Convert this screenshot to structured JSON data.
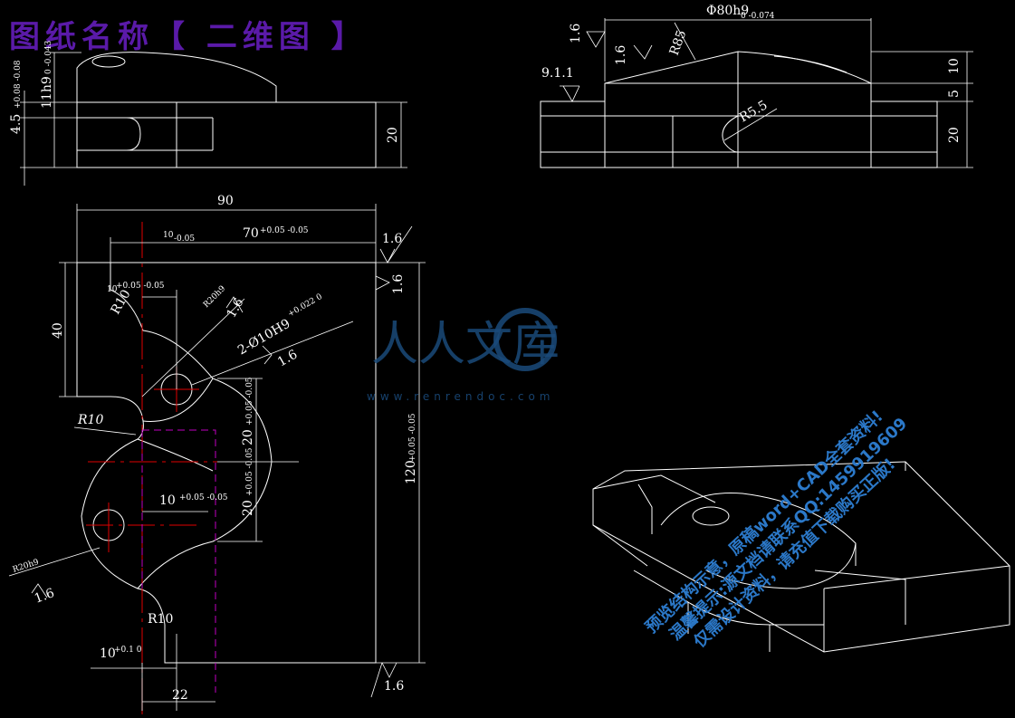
{
  "title": "图纸名称【 二维图 】",
  "watermark": {
    "logo_text": "人人文库",
    "url": "www.renrendoc.com"
  },
  "notice_lines": [
    "预览结构示意，原稿word+CAD全套资料!",
    "温馨提示:源文档请联系QQ:1459919609",
    "仅需设计资料，请充值下载购买正版!"
  ],
  "front_view": {
    "dim_11": "11h9",
    "dim_11_tol": "0 -0.043",
    "dim_45": "4.5",
    "dim_45_tol": "+0.08 -0.08",
    "dim_20": "20"
  },
  "side_view": {
    "dia_80": "Φ80h9",
    "dia_80_tol": "0 -0.074",
    "rough_a": "1.6",
    "rough_b": "1.6",
    "r85": "R85",
    "r55": "R5.5",
    "chamfer": "9.1.1",
    "dim_10": "10",
    "dim_5": "5",
    "dim_20": "20"
  },
  "top_view": {
    "dim_90": "90",
    "dim_70": "70",
    "dim_70_tol": "+0.05 -0.05",
    "dim_10a": "10",
    "dim_10a_tol": "-0.05",
    "dim_40": "40",
    "dim_120": "120",
    "dim_120_tol": "+0.05 -0.05",
    "rough_top": "1.6",
    "rough_right": "1.6",
    "rough_bottom": "1.6",
    "rough_left": "1.6",
    "rough_hole": "1.6",
    "rough_r20": "1.6",
    "r10_top": "R10",
    "r10_mid": "R10",
    "r10_bot": "R10",
    "dim_10b": "10",
    "dim_10b_tol": "+0.05 -0.05",
    "r20_top": "R20h9",
    "r20_bot": "R20h9",
    "holes": "2-Ø10H9",
    "holes_tol": "+0.022 0",
    "dim_20a": "20",
    "dim_20a_tol": "+0.05 -0.05",
    "dim_10c": "10",
    "dim_10c_tol": "+0.05 -0.05",
    "dim_20b": "20",
    "dim_20b_tol": "+0.05 -0.05",
    "dim_10d": "10",
    "dim_10d_tol": "+0.1 0",
    "dim_22": "22"
  }
}
